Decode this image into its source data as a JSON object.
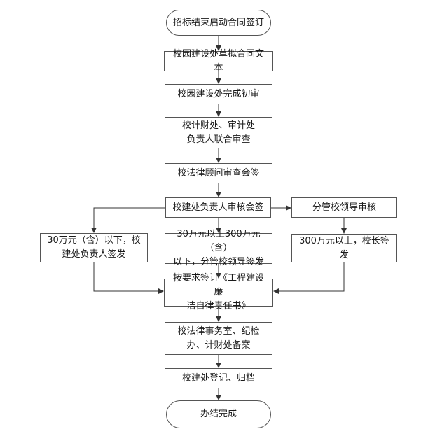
{
  "flowchart": {
    "start": "招标结束启动合同签订",
    "draft": "校园建设处草拟合同文本",
    "initial_review": "校园建设处完成初审",
    "joint_review": [
      "校计财处、审计处",
      "负责人联合审查"
    ],
    "legal_review": "校法律顾问审查会签",
    "dept_head_review": "校建处负责人审核会签",
    "vice_president_review": "分管校领导审核",
    "branch_low": [
      "30万元（含）以下，校",
      "建处负责人签发"
    ],
    "branch_mid": [
      "30万元以上300万元（含）",
      "以下，分管校领导签发"
    ],
    "branch_high": "300万元以上，校长签发",
    "integrity_sign": [
      "按要求签订《工程建设廉",
      "洁自律责任书》"
    ],
    "filing": [
      "校法律事务室、纪检",
      "办、计财处备案"
    ],
    "archive": "校建处登记、归档",
    "end": "办结完成"
  }
}
